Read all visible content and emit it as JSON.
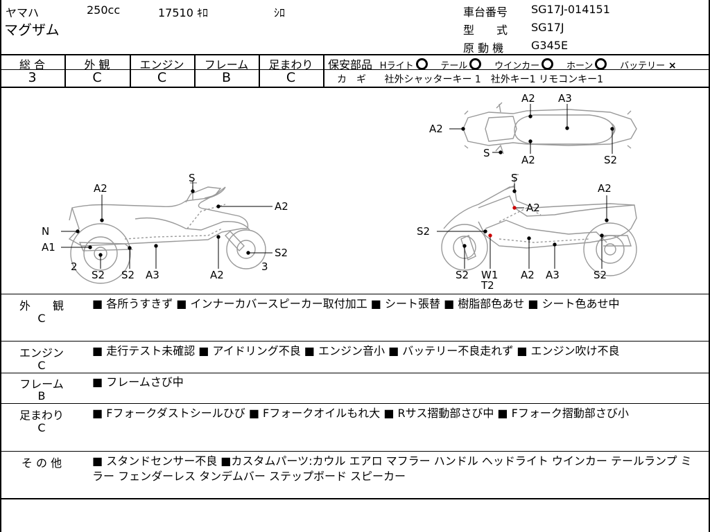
{
  "header": {
    "maker": "ヤマハ",
    "cc": "250cc",
    "mileage": "17510 ｷﾛ",
    "color": "ｼﾛ",
    "model_name": "マグザム",
    "frame_no_label": "車台番号",
    "frame_no": "SG17J-014151",
    "type_label": "型　　式",
    "type_value": "SG17J",
    "engine_label": "原 動 機",
    "engine_value": "G345E"
  },
  "grades": {
    "headers": [
      "総 合",
      "外 観",
      "エンジン",
      "フレーム",
      "足まわり"
    ],
    "values": [
      "3",
      "C",
      "C",
      "B",
      "C"
    ]
  },
  "safety": {
    "label": "保安部品",
    "items": [
      {
        "name": "Hライト",
        "mark": "circle"
      },
      {
        "name": "テール",
        "mark": "circle"
      },
      {
        "name": "ウインカー",
        "mark": "circle"
      },
      {
        "name": "ホーン",
        "mark": "circle"
      },
      {
        "name": "バッテリー",
        "mark": "×"
      }
    ],
    "keys_label": "カ　ギ",
    "keys_value": "社外シャッターキー 1　社外キー1 リモコンキー1"
  },
  "diagram_labels": {
    "left": [
      "A2",
      "S",
      "A2",
      "N",
      "A1",
      "2",
      "S2",
      "S2",
      "A3",
      "A2",
      "3",
      "S2"
    ],
    "right_side": [
      "S",
      "A2",
      "A2",
      "S2",
      "S2",
      "W1",
      "T2",
      "A2",
      "A3",
      "S2"
    ],
    "top": [
      "A2",
      "A3",
      "A2",
      "S",
      "A2",
      "S2"
    ]
  },
  "remarks": [
    {
      "label1": "外　　観",
      "label2": "C",
      "text": "■ 各所うすきず ■ インナーカバースピーカー取付加工 ■ シート張替 ■ 樹脂部色あせ ■ シート色あせ中"
    },
    {
      "label1": "エンジン",
      "label2": "C",
      "text": "■ 走行テスト未確認 ■ アイドリング不良 ■ エンジン音小 ■ バッテリー不良走れず ■ エンジン吹け不良"
    },
    {
      "label1": "フレーム",
      "label2": "B",
      "text": "■ フレームさび中"
    },
    {
      "label1": "足まわり",
      "label2": "C",
      "text": "■ Fフォークダストシールひび ■ Fフォークオイルもれ大 ■ Rサス摺動部さび中 ■ Fフォーク摺動部さび小"
    },
    {
      "label1": "そ の 他",
      "label2": "",
      "text": "■ スタンドセンサー不良 ■カスタムパーツ:カウル エアロ マフラー ハンドル ヘッドライト ウインカー テールランプ ミラー フェンダーレス タンデムバー ステップボード スピーカー"
    }
  ]
}
